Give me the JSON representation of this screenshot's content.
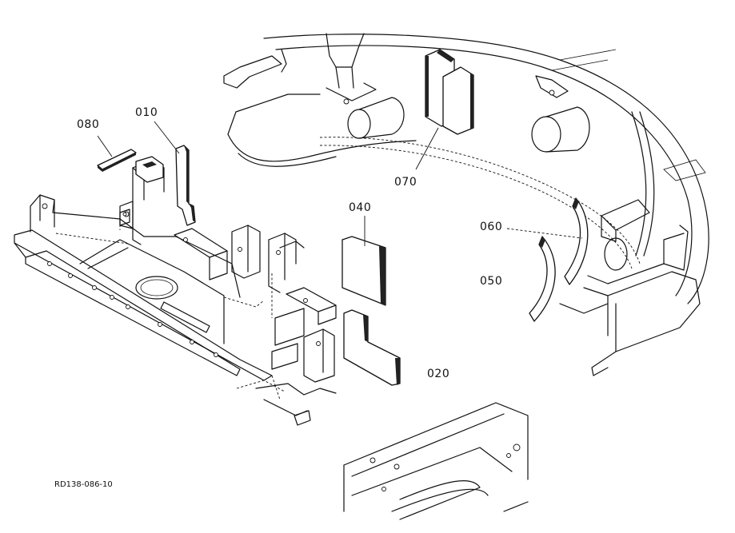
{
  "diagram": {
    "reference_code": "RD138-086-10",
    "callouts": [
      {
        "id": "010",
        "label": "010"
      },
      {
        "id": "020",
        "label": "020"
      },
      {
        "id": "040",
        "label": "040"
      },
      {
        "id": "050",
        "label": "050"
      },
      {
        "id": "060",
        "label": "060"
      },
      {
        "id": "070",
        "label": "070"
      },
      {
        "id": "080",
        "label": "080"
      }
    ]
  }
}
